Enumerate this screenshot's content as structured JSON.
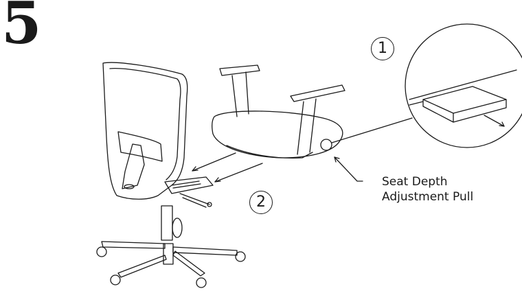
{
  "diagram": {
    "step_number": "5",
    "callouts": [
      {
        "id": "1",
        "label": "1"
      },
      {
        "id": "2",
        "label": "2"
      }
    ],
    "labels": {
      "seat_depth_line1": "Seat Depth",
      "seat_depth_line2": "Adjustment Pull"
    },
    "colors": {
      "ink": "#1a1a1a",
      "background": "#ffffff"
    }
  }
}
